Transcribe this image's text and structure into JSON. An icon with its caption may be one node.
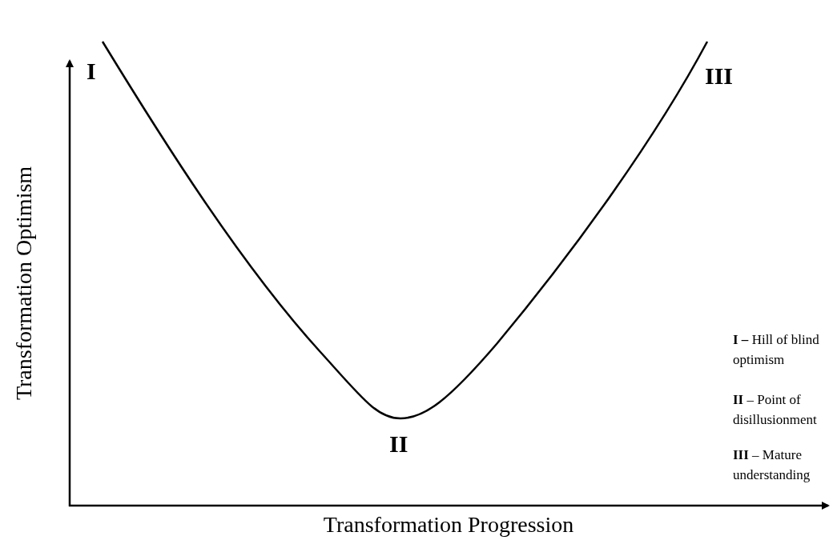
{
  "diagram": {
    "labels": [
      "I",
      "III",
      "**I –** Hill of blind optimism",
      "**II** – Point of disillusionment",
      "II",
      "**III** – Mature understanding",
      "Transformation Optimism",
      "Transformation Progression"
    ]
  }
}
